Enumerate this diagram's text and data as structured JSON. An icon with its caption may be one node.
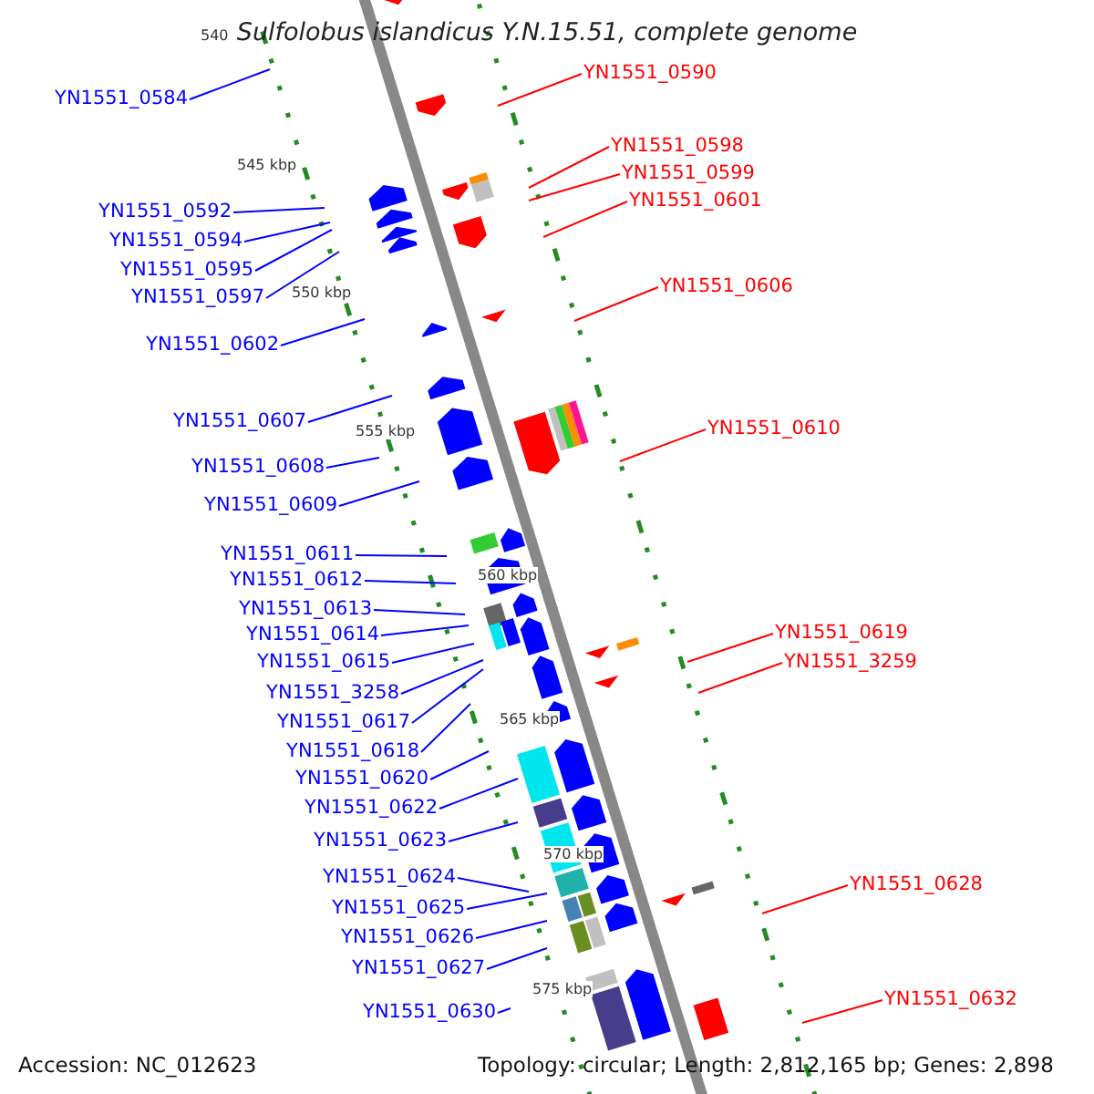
{
  "diagram": {
    "title": "Sulfolobus islandicus Y.N.15.51, complete genome",
    "nodes": [
      {
        "text": [
          "YN1551_0584"
        ]
      },
      {
        "text": [
          "YN1551_0592"
        ]
      },
      {
        "text": [
          "YN1551_0594"
        ]
      },
      {
        "text": [
          "YN1551_0595"
        ]
      },
      {
        "text": [
          "YN1551_0597"
        ]
      },
      {
        "text": [
          "YN1551_0602"
        ]
      },
      {
        "text": [
          "YN1551_0607"
        ]
      },
      {
        "text": [
          "YN1551_0608"
        ]
      },
      {
        "text": [
          "YN1551_0609"
        ]
      },
      {
        "text": [
          "YN1551_0611"
        ]
      },
      {
        "text": [
          "YN1551_0612"
        ]
      },
      {
        "text": [
          "YN1551_0613"
        ]
      },
      {
        "text": [
          "YN1551_0614"
        ]
      },
      {
        "text": [
          "YN1551_0615"
        ]
      },
      {
        "text": [
          "YN1551_3258"
        ]
      },
      {
        "text": [
          "YN1551_0617"
        ]
      },
      {
        "text": [
          "YN1551_0618"
        ]
      },
      {
        "text": [
          "YN1551_0620"
        ]
      },
      {
        "text": [
          "YN1551_0622"
        ]
      },
      {
        "text": [
          "YN1551_0623"
        ]
      },
      {
        "text": [
          "YN1551_0624"
        ]
      },
      {
        "text": [
          "YN1551_0625"
        ]
      },
      {
        "text": [
          "YN1551_0626"
        ]
      },
      {
        "text": [
          "YN1551_0627"
        ]
      },
      {
        "text": [
          "YN1551_0630"
        ]
      },
      {
        "text": [
          "YN1551_0590"
        ]
      },
      {
        "text": [
          "YN1551_0598"
        ]
      },
      {
        "text": [
          "YN1551_0599"
        ]
      },
      {
        "text": [
          "YN1551_0601"
        ]
      },
      {
        "text": [
          "YN1551_0606"
        ]
      },
      {
        "text": [
          "YN1551_0610"
        ]
      },
      {
        "text": [
          "YN1551_0619"
        ]
      },
      {
        "text": [
          "YN1551_3259"
        ]
      },
      {
        "text": [
          "YN1551_0628"
        ]
      },
      {
        "text": [
          "YN1551_0632"
        ]
      }
    ],
    "edges": [
      {
        "from": 0,
        "to": null,
        "arrow": "none"
      },
      {
        "from": 1,
        "to": null,
        "arrow": "none"
      },
      {
        "from": 2,
        "to": null,
        "arrow": "none"
      },
      {
        "from": 3,
        "to": null,
        "arrow": "none"
      },
      {
        "from": 4,
        "to": null,
        "arrow": "none"
      },
      {
        "from": 5,
        "to": null,
        "arrow": "none"
      },
      {
        "from": 6,
        "to": null,
        "arrow": "none"
      },
      {
        "from": 7,
        "to": null,
        "arrow": "none"
      },
      {
        "from": 8,
        "to": null,
        "arrow": "none"
      },
      {
        "from": 9,
        "to": null,
        "arrow": "none"
      },
      {
        "from": 10,
        "to": null,
        "arrow": "none"
      },
      {
        "from": 11,
        "to": null,
        "arrow": "none"
      },
      {
        "from": 12,
        "to": null,
        "arrow": "none"
      },
      {
        "from": 13,
        "to": null,
        "arrow": "none"
      },
      {
        "from": 14,
        "to": null,
        "arrow": "none"
      },
      {
        "from": 15,
        "to": null,
        "arrow": "none"
      },
      {
        "from": 16,
        "to": null,
        "arrow": "none"
      },
      {
        "from": 17,
        "to": null,
        "arrow": "none"
      },
      {
        "from": 18,
        "to": null,
        "arrow": "none"
      },
      {
        "from": 19,
        "to": null,
        "arrow": "none"
      },
      {
        "from": 20,
        "to": null,
        "arrow": "none"
      },
      {
        "from": 21,
        "to": null,
        "arrow": "none"
      },
      {
        "from": 22,
        "to": null,
        "arrow": "none"
      },
      {
        "from": 23,
        "to": null,
        "arrow": "none"
      },
      {
        "from": 24,
        "to": null,
        "arrow": "none"
      },
      {
        "from": 25,
        "to": null,
        "arrow": "none",
        "color": "#ff0000"
      },
      {
        "from": 26,
        "to": null,
        "arrow": "none",
        "color": "#ff0000"
      },
      {
        "from": 27,
        "to": null,
        "arrow": "none",
        "color": "#ff0000"
      },
      {
        "from": 28,
        "to": null,
        "arrow": "none",
        "color": "#ff0000"
      },
      {
        "from": 29,
        "to": null,
        "arrow": "none",
        "color": "#ff0000"
      },
      {
        "from": 30,
        "to": null,
        "arrow": "none",
        "color": "#ff0000"
      },
      {
        "from": 31,
        "to": null,
        "arrow": "none",
        "color": "#ff0000"
      },
      {
        "from": 32,
        "to": null,
        "arrow": "none",
        "color": "#ff0000"
      },
      {
        "from": 33,
        "to": null,
        "arrow": "none",
        "color": "#ff0000"
      },
      {
        "from": 34,
        "to": null,
        "arrow": "none",
        "color": "#ff0000"
      }
    ],
    "labels": [
      "540",
      "545 kbp",
      "550 kbp",
      "555 kbp",
      "560 kbp",
      "565 kbp",
      "570 kbp",
      "575 kbp",
      "Accession: NC_012623",
      "Topology: circular; Length: 2,812,165 bp; Genes: 2,898"
    ]
  }
}
